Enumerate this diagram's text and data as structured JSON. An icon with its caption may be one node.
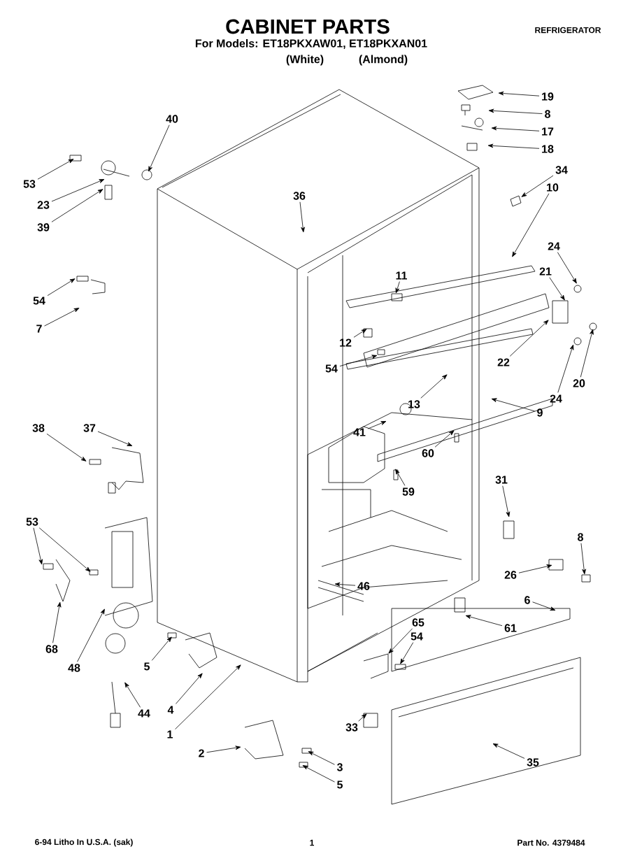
{
  "diagram": {
    "title": "CABINET PARTS",
    "nodes": [
      {
        "text": [
          "19"
        ]
      },
      {
        "text": [
          "8"
        ]
      },
      {
        "text": [
          "17"
        ]
      },
      {
        "text": [
          "18"
        ]
      },
      {
        "text": [
          "40"
        ]
      },
      {
        "text": [
          "34"
        ]
      },
      {
        "text": [
          "10"
        ]
      },
      {
        "text": [
          "53"
        ]
      },
      {
        "text": [
          "23"
        ]
      },
      {
        "text": [
          "36"
        ]
      },
      {
        "text": [
          "39"
        ]
      },
      {
        "text": [
          "24"
        ]
      },
      {
        "text": [
          "21"
        ]
      },
      {
        "text": [
          "11"
        ]
      },
      {
        "text": [
          "54"
        ]
      },
      {
        "text": [
          "7"
        ]
      },
      {
        "text": [
          "12"
        ]
      },
      {
        "text": [
          "22"
        ]
      },
      {
        "text": [
          "54"
        ]
      },
      {
        "text": [
          "20"
        ]
      },
      {
        "text": [
          "24"
        ]
      },
      {
        "text": [
          "13"
        ]
      },
      {
        "text": [
          "9"
        ]
      },
      {
        "text": [
          "41"
        ]
      },
      {
        "text": [
          "38"
        ]
      },
      {
        "text": [
          "37"
        ]
      },
      {
        "text": [
          "60"
        ]
      },
      {
        "text": [
          "59"
        ]
      },
      {
        "text": [
          "31"
        ]
      },
      {
        "text": [
          "53"
        ]
      },
      {
        "text": [
          "8"
        ]
      },
      {
        "text": [
          "26"
        ]
      },
      {
        "text": [
          "46"
        ]
      },
      {
        "text": [
          "6"
        ]
      },
      {
        "text": [
          "61"
        ]
      },
      {
        "text": [
          "65"
        ]
      },
      {
        "text": [
          "54"
        ]
      },
      {
        "text": [
          "68"
        ]
      },
      {
        "text": [
          "48"
        ]
      },
      {
        "text": [
          "5"
        ]
      },
      {
        "text": [
          "44"
        ]
      },
      {
        "text": [
          "4"
        ]
      },
      {
        "text": [
          "1"
        ]
      },
      {
        "text": [
          "33"
        ]
      },
      {
        "text": [
          "2"
        ]
      },
      {
        "text": [
          "3"
        ]
      },
      {
        "text": [
          "35"
        ]
      },
      {
        "text": [
          "5"
        ]
      }
    ],
    "edges": [
      {
        "from": 0,
        "to": null,
        "arrow": "to"
      },
      {
        "from": 1,
        "to": null,
        "arrow": "to"
      },
      {
        "from": 2,
        "to": null,
        "arrow": "to"
      },
      {
        "from": 3,
        "to": null,
        "arrow": "to"
      },
      {
        "from": 4,
        "to": null,
        "arrow": "to"
      },
      {
        "from": 5,
        "to": null,
        "arrow": "to"
      },
      {
        "from": 6,
        "to": null,
        "arrow": "to"
      },
      {
        "from": 7,
        "to": null,
        "arrow": "to"
      },
      {
        "from": 8,
        "to": null,
        "arrow": "to"
      },
      {
        "from": 9,
        "to": null,
        "arrow": "to"
      },
      {
        "from": 10,
        "to": null,
        "arrow": "to"
      },
      {
        "from": 11,
        "to": null,
        "arrow": "to"
      },
      {
        "from": 12,
        "to": null,
        "arrow": "to"
      },
      {
        "from": 13,
        "to": null,
        "arrow": "to"
      },
      {
        "from": 14,
        "to": null,
        "arrow": "to"
      },
      {
        "from": 15,
        "to": null,
        "arrow": "to"
      },
      {
        "from": 16,
        "to": null,
        "arrow": "to"
      },
      {
        "from": 17,
        "to": null,
        "arrow": "to"
      },
      {
        "from": 18,
        "to": null,
        "arrow": "to"
      },
      {
        "from": 19,
        "to": null,
        "arrow": "to"
      },
      {
        "from": 20,
        "to": null,
        "arrow": "to"
      },
      {
        "from": 21,
        "to": null,
        "arrow": "to"
      },
      {
        "from": 22,
        "to": null,
        "arrow": "to"
      },
      {
        "from": 23,
        "to": null,
        "arrow": "to"
      },
      {
        "from": 24,
        "to": null,
        "arrow": "to"
      },
      {
        "from": 25,
        "to": null,
        "arrow": "to"
      },
      {
        "from": 26,
        "to": null,
        "arrow": "to"
      },
      {
        "from": 27,
        "to": null,
        "arrow": "to"
      },
      {
        "from": 28,
        "to": null,
        "arrow": "to"
      },
      {
        "from": 29,
        "to": null,
        "arrow": "to"
      },
      {
        "from": 29,
        "to": null,
        "arrow": "to"
      },
      {
        "from": 30,
        "to": null,
        "arrow": "to"
      },
      {
        "from": 31,
        "to": null,
        "arrow": "to"
      },
      {
        "from": 32,
        "to": null,
        "arrow": "to"
      },
      {
        "from": 33,
        "to": null,
        "arrow": "to"
      },
      {
        "from": 34,
        "to": null,
        "arrow": "to"
      },
      {
        "from": 35,
        "to": null,
        "arrow": "to"
      },
      {
        "from": 36,
        "to": null,
        "arrow": "to"
      },
      {
        "from": 37,
        "to": null,
        "arrow": "to"
      },
      {
        "from": 38,
        "to": null,
        "arrow": "to"
      },
      {
        "from": 39,
        "to": null,
        "arrow": "to"
      },
      {
        "from": 40,
        "to": null,
        "arrow": "to"
      },
      {
        "from": 41,
        "to": null,
        "arrow": "to"
      },
      {
        "from": 42,
        "to": null,
        "arrow": "to"
      },
      {
        "from": 43,
        "to": null,
        "arrow": "to"
      },
      {
        "from": 44,
        "to": null,
        "arrow": "to"
      },
      {
        "from": 45,
        "to": null,
        "arrow": "to"
      },
      {
        "from": 46,
        "to": null,
        "arrow": "to"
      },
      {
        "from": 47,
        "to": null,
        "arrow": "to"
      }
    ],
    "labels": [
      "REFRIGERATOR",
      "For Models: ET18PKXAW01, ET18PKXAN01",
      "(White)",
      "(Almond)",
      "6-94 Litho In U.S.A. (sak)",
      "1",
      "Part No. 4379484"
    ]
  }
}
